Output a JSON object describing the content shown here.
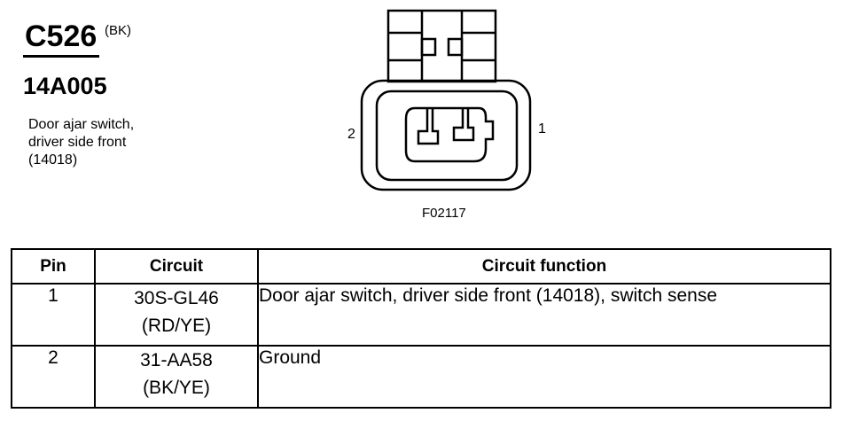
{
  "connector": {
    "id": "C526",
    "color_code": "(BK)",
    "part_number": "14A005",
    "description_lines": [
      "Door ajar switch,",
      "driver side front",
      "(14018)"
    ],
    "figure_code": "F02117",
    "pin_labels": {
      "left": "2",
      "right": "1"
    }
  },
  "table": {
    "headers": {
      "pin": "Pin",
      "circuit": "Circuit",
      "function": "Circuit function"
    },
    "rows": [
      {
        "pin": "1",
        "circuit": "30S-GL46",
        "circuit_color": "(RD/YE)",
        "function": "Door ajar switch, driver side front (14018), switch sense"
      },
      {
        "pin": "2",
        "circuit": "31-AA58",
        "circuit_color": "(BK/YE)",
        "function": "Ground"
      }
    ]
  }
}
